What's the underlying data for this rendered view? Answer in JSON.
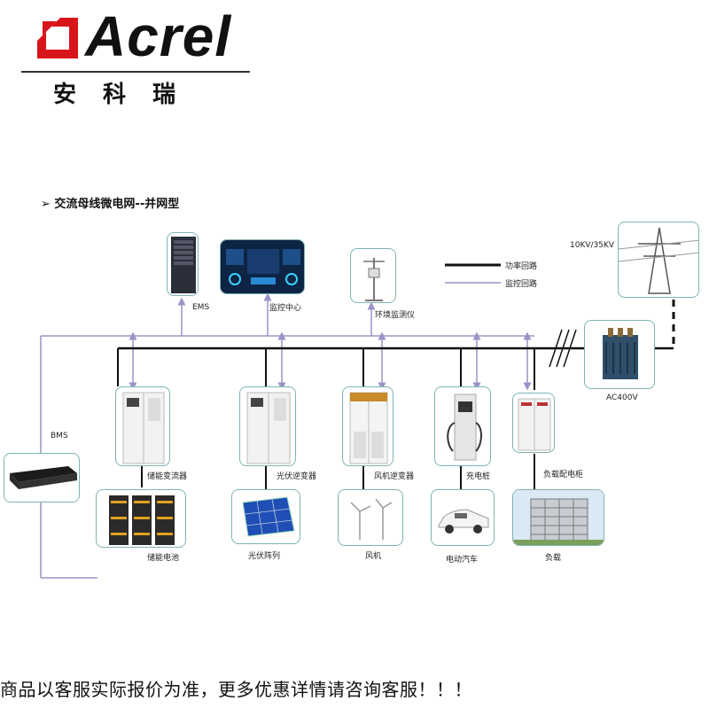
{
  "logo": {
    "brand": "Acrel",
    "chinese": "安科瑞"
  },
  "title": "交流母线微电网--并网型",
  "legend": {
    "power": "功率回路",
    "monitor": "监控回路"
  },
  "grid": {
    "voltage": "10KV/35KV",
    "transformer": "AC400V"
  },
  "top_devices": {
    "ems": "EMS",
    "monitor_center": "监控中心",
    "env": "环境监测仪"
  },
  "bms": "BMS",
  "converters": {
    "storage": "储能变流器",
    "pv_inverter": "光伏逆变器",
    "wind_inverter": "风机逆变器",
    "charger": "充电桩",
    "load_cabinet": "负载配电柜"
  },
  "sources": {
    "battery": "储能电池",
    "pv_array": "光伏阵列",
    "wind": "风机",
    "ev": "电动汽车",
    "load": "负载"
  },
  "footer": "商品以客服实际报价为准，更多优惠详情请咨询客服！！！",
  "colors": {
    "power_line": "#111111",
    "monitor_line": "#9a93c8",
    "box_border": "#7fb3b3",
    "logo_red": "#d7141a"
  }
}
